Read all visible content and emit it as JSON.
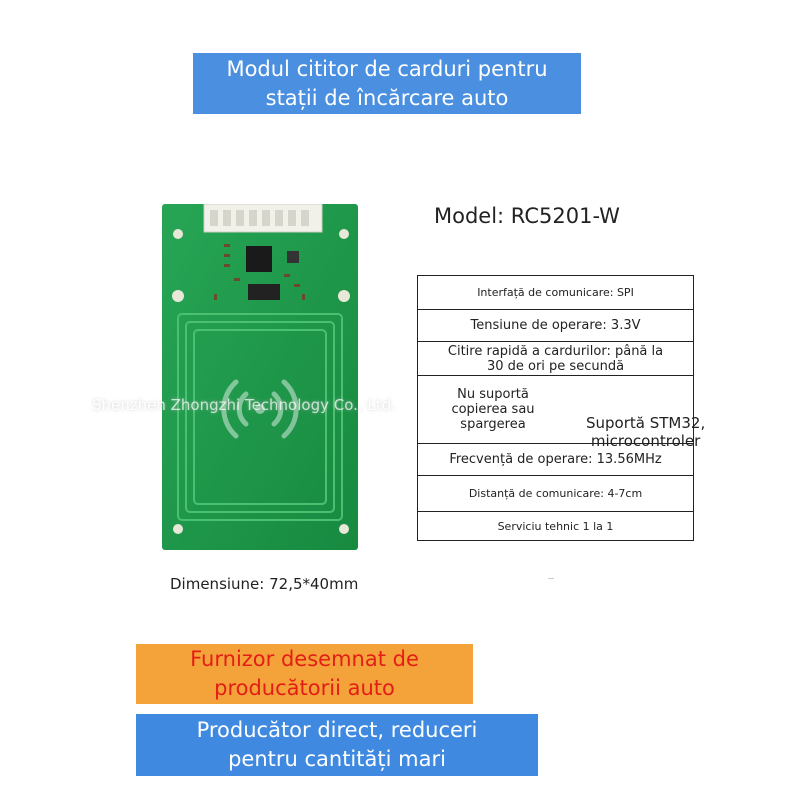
{
  "banners": {
    "top": [
      "Modul cititor de carduri pentru",
      "stații de încărcare auto"
    ],
    "orange": [
      "Furnizor desemnat de",
      "producătorii auto"
    ],
    "bottom": [
      "Producător direct, reduceri",
      "pentru cantități mari"
    ]
  },
  "model": "Model: RC5201-W",
  "dimension": "Dimensiune: 72,5*40mm",
  "watermark": "Shenzhen Zhongzhi Technology Co., Ltd.",
  "specs": {
    "interface": "Interfață de comunicare: SPI",
    "voltage": "Tensiune de operare: 3.3V",
    "read_speed": [
      "Citire rapidă a cardurilor: până la",
      "30 de ori pe secundă"
    ],
    "copy": [
      "Nu suportă",
      "copierea sau",
      "spargerea"
    ],
    "support": [
      "Suportă STM32,",
      "microcontroler"
    ],
    "frequency": "Frecvență de operare: 13.56MHz",
    "distance": "Distanță de comunicare: 4-7cm",
    "service": "Serviciu tehnic 1 la 1"
  },
  "colors": {
    "blue_banner": "#4a8fe0",
    "orange_banner": "#f4a23a",
    "orange_text": "#e31e17",
    "pcb_green": "#1f9e4a"
  }
}
